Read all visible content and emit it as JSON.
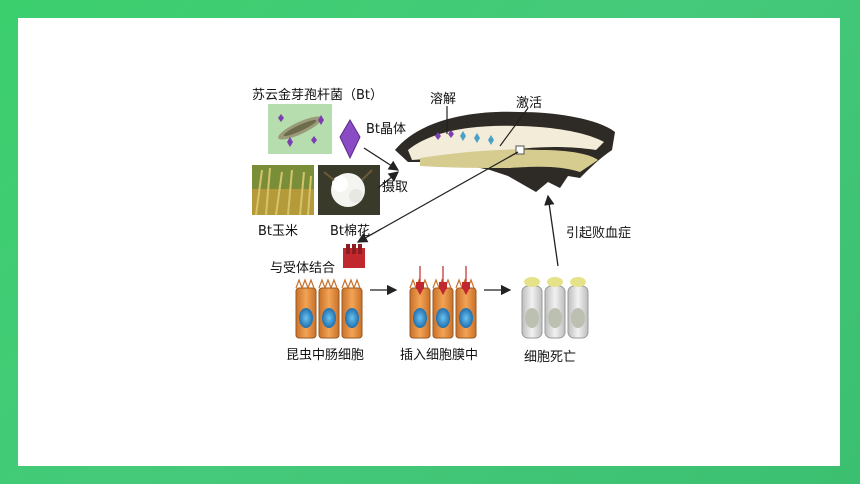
{
  "labels": {
    "bacterium": "苏云金芽孢杆菌（Bt）",
    "crystal": "Bt晶体",
    "dissolve": "溶解",
    "activate": "激活",
    "ingest": "摄取",
    "corn": "Bt玉米",
    "cotton": "Bt棉花",
    "bind": "与受体结合",
    "sepsis": "引起败血症",
    "gut_cells": "昆虫中肠细胞",
    "insert": "插入细胞膜中",
    "death": "细胞死亡"
  },
  "colors": {
    "accent_green": "#3ccf6e",
    "crystal_purple": "#7b3fb0",
    "receptor_red": "#c0282d",
    "cell_orange": "#e8903a",
    "nucleus_blue": "#2a86c8",
    "dead_cell_gray": "#d8d8d8"
  }
}
